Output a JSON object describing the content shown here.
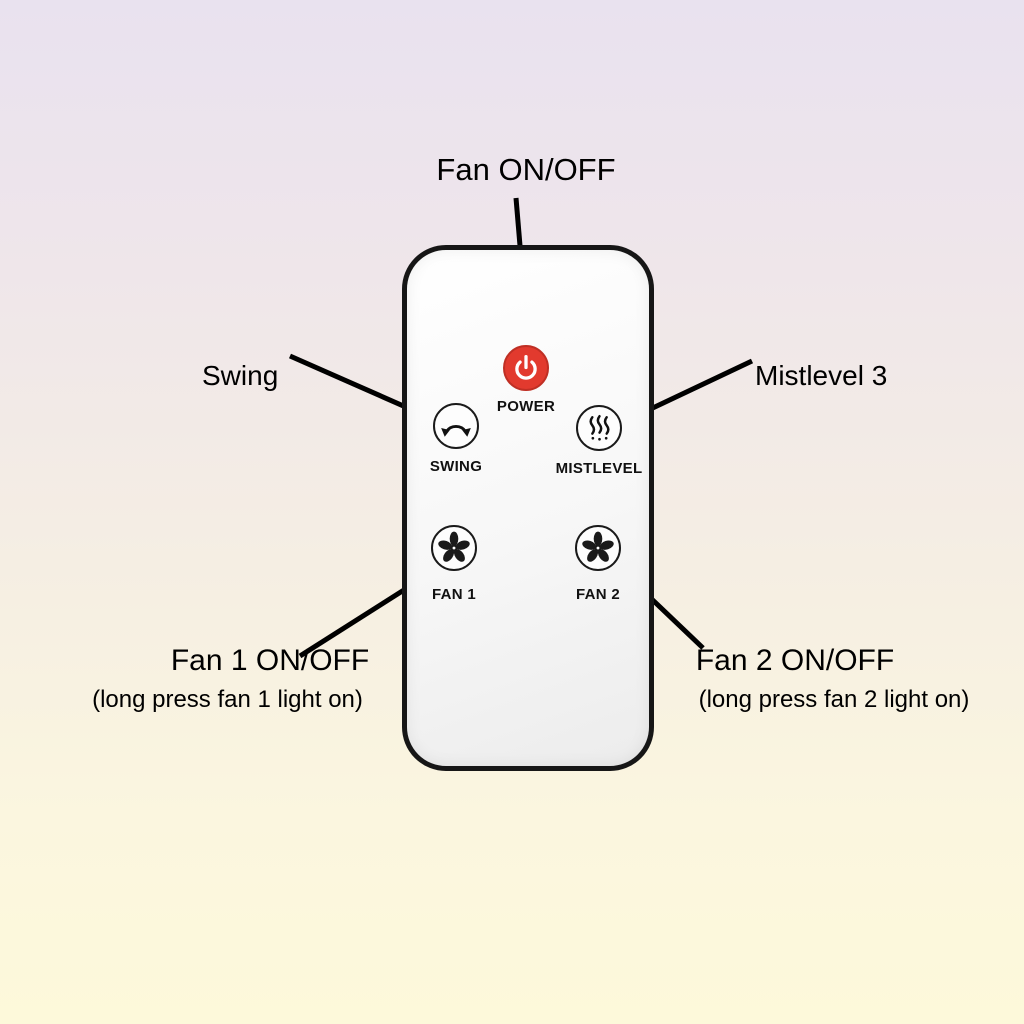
{
  "diagram": {
    "callouts": {
      "power": "Fan ON/OFF",
      "swing": "Swing",
      "mist": "Mistlevel 3",
      "fan1_title": "Fan 1 ON/OFF",
      "fan1_sub": "(long press fan 1 light on)",
      "fan2_title": "Fan 2 ON/OFF",
      "fan2_sub": "(long press fan 2 light on)"
    }
  },
  "remote": {
    "buttons": {
      "power_label": "POWER",
      "swing_label": "SWING",
      "mist_label": "MISTLEVEL",
      "fan1_label": "FAN 1",
      "fan2_label": "FAN 2"
    }
  },
  "colors": {
    "power_button": "#e23a2e",
    "arrow": "#000000",
    "remote_outline": "#161616",
    "background_top": "#e9e2ef",
    "background_bottom": "#fdf9da"
  }
}
